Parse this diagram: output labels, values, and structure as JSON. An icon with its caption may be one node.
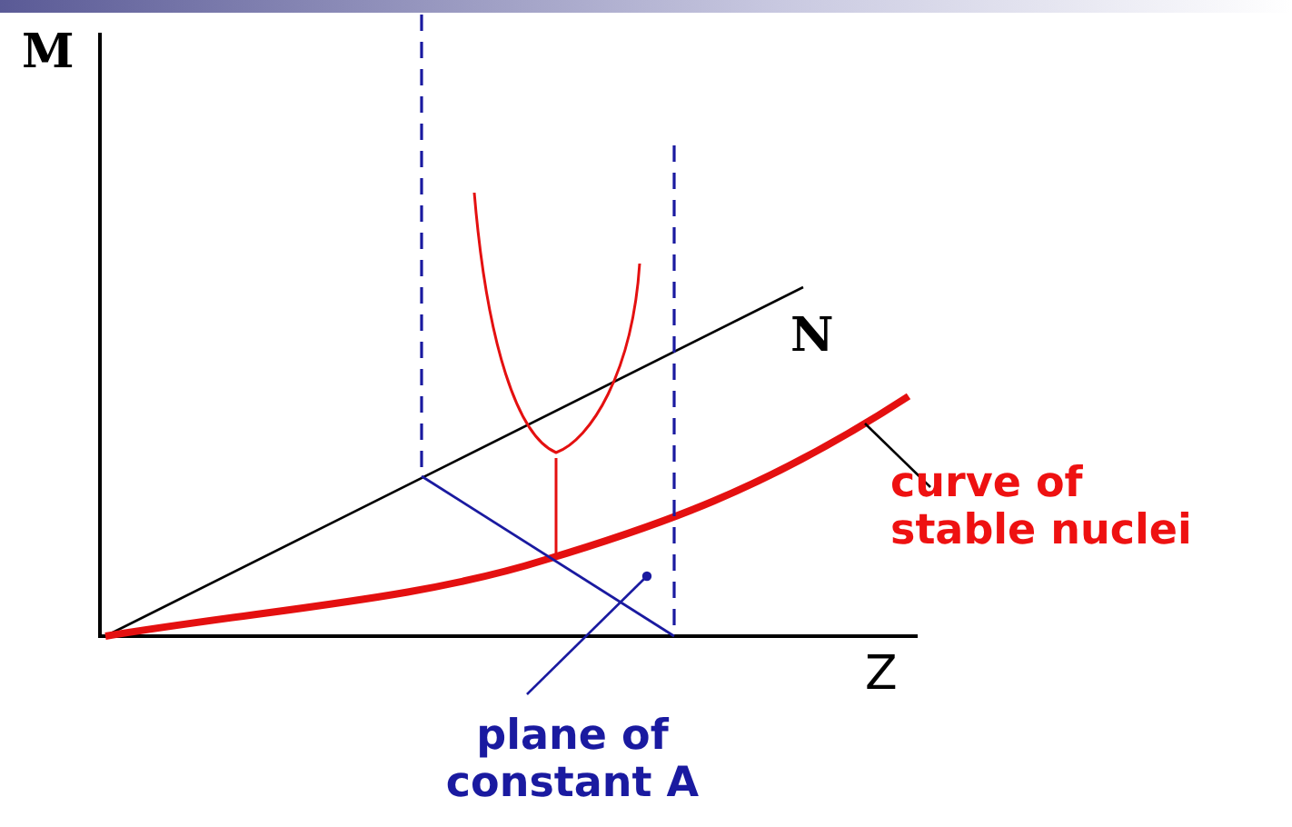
{
  "diagram": {
    "nodes": [
      {
        "text": [
          "curve of stable nuclei"
        ]
      },
      {
        "text": [],
        "shape": "curve"
      },
      {
        "text": [
          "plane of constant A"
        ]
      },
      {
        "text": [],
        "shape": "plane"
      }
    ],
    "edges": [
      {
        "from": 0,
        "to": 1,
        "arrow": "none"
      },
      {
        "from": 2,
        "to": 3,
        "arrow": "other",
        "color": "#1a1aa0"
      }
    ],
    "labels": [
      "M",
      "N",
      "Z"
    ]
  }
}
